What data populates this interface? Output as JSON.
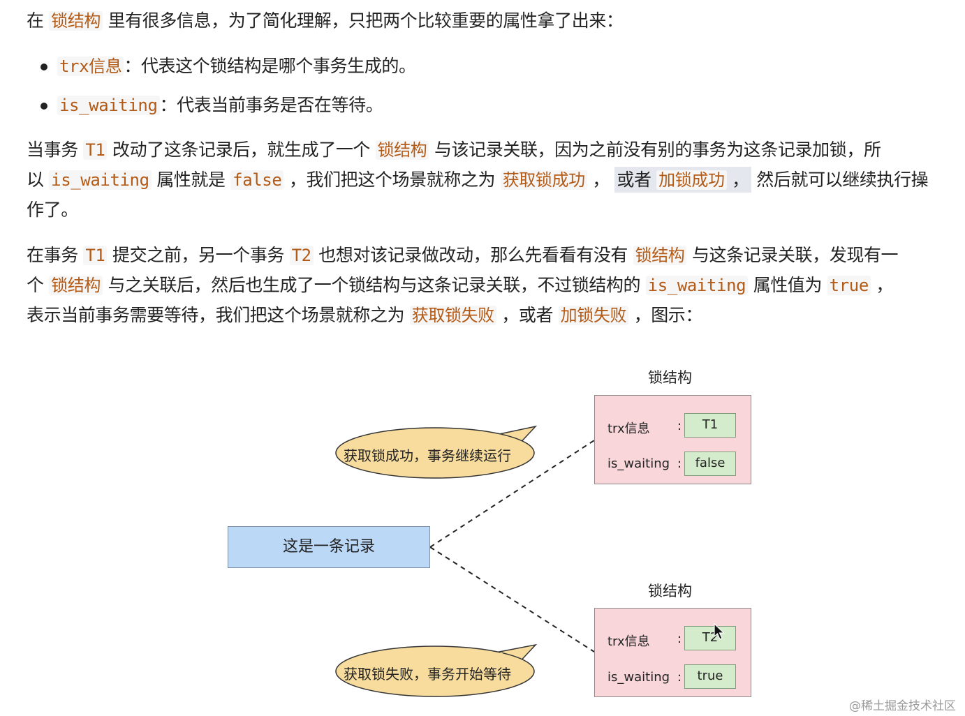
{
  "intro": {
    "t1": "在",
    "c1": "锁结构",
    "t2": "里有很多信息，为了简化理解，只把两个比较重要的属性拿了出来："
  },
  "bullets": [
    {
      "code": "trx信息",
      "text": "：代表这个锁结构是哪个事务生成的。"
    },
    {
      "code": "is_waiting",
      "text": "：代表当前事务是否在等待。"
    }
  ],
  "para1": {
    "line1": {
      "t1": "当事务",
      "c1": "T1",
      "t2": "改动了这条记录后，就生成了一个",
      "c2": "锁结构",
      "t3": "与该记录关联，因为之前没有别的事务为这条记录加锁，所"
    },
    "line2": {
      "t1": "以",
      "c1": "is_waiting",
      "t2": "属性就是",
      "c2": "false",
      "t3": "，我们把这个场景就称之为",
      "c3": "获取锁成功",
      "t4": "，",
      "t5": "或者",
      "c4": "加锁成功",
      "t6": "，",
      "t7": "然后就可以继续执行操"
    },
    "line3": {
      "t1": "作了。"
    }
  },
  "para2": {
    "line1": {
      "t1": "在事务",
      "c1": "T1",
      "t2": "提交之前，另一个事务",
      "c2": "T2",
      "t3": "也想对该记录做改动，那么先看看有没有",
      "c3": "锁结构",
      "t4": "与这条记录关联，发现有一"
    },
    "line2": {
      "t1": "个",
      "c1": "锁结构",
      "t2": "与之关联后，然后也生成了一个锁结构与这条记录关联，不过锁结构的",
      "c2": "is_waiting",
      "t3": "属性值为",
      "c3": "true",
      "t4": "，"
    },
    "line3": {
      "t1": "表示当前事务需要等待，我们把这个场景就称之为",
      "c1": "获取锁失败",
      "t2": "，或者",
      "c2": "加锁失败",
      "t3": "，图示："
    }
  },
  "diagram": {
    "record_label": "这是一条记录",
    "lock_top": {
      "title": "锁结构",
      "field1_name": "trx信息",
      "field1_colon": ":",
      "field1_value": "T1",
      "field2_name": "is_waiting",
      "field2_colon": ":",
      "field2_value": "false"
    },
    "lock_bottom": {
      "title": "锁结构",
      "field1_name": "trx信息",
      "field1_colon": ":",
      "field1_value": "T2",
      "field2_name": "is_waiting",
      "field2_colon": ":",
      "field2_value": "true"
    },
    "bubble_top": "获取锁成功，事务继续运行",
    "bubble_bottom": "获取锁失败，事务开始等待",
    "colors": {
      "lock_fill": "#f9d6d9",
      "value_fill": "#d4eccb",
      "record_fill": "#bcd8f7",
      "bubble_fill": "#f7dc9d",
      "code_text": "#b35a16"
    }
  },
  "watermark": "@稀土掘金技术社区"
}
